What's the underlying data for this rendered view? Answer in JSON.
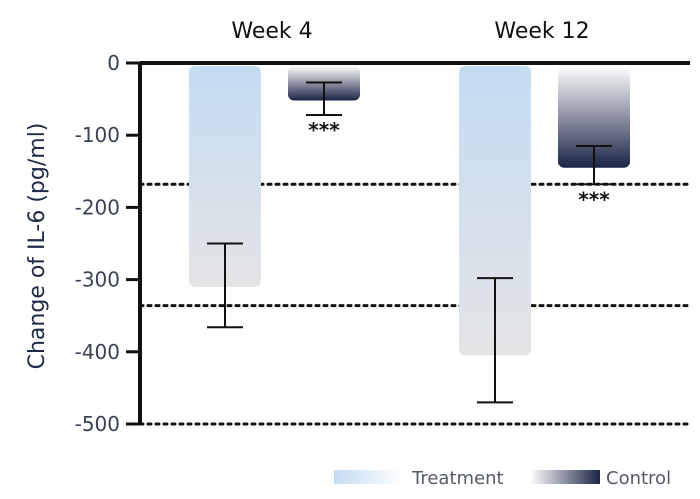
{
  "chart_data": {
    "type": "bar",
    "categories": [
      "Week 4",
      "Week 12"
    ],
    "ylabel": "Change of IL-6 (pg/ml)",
    "ylim": [
      -500,
      0
    ],
    "yticks": [
      0,
      -100,
      -200,
      -300,
      -400,
      -500
    ],
    "ytick_labels": [
      "0",
      "-100",
      "-200",
      "-300",
      "-400",
      "-500"
    ],
    "reference_lines": [
      -168,
      -336,
      -500
    ],
    "series": [
      {
        "name": "Treatment",
        "values": [
          -310,
          -405
        ],
        "error_low": [
          -366,
          -470
        ],
        "error_high": [
          -250,
          -298
        ],
        "colors": {
          "top": "#c4dcf2",
          "bottom": "#e4e4e6"
        },
        "significance": [
          "",
          ""
        ]
      },
      {
        "name": "Control",
        "values": [
          -52,
          -145
        ],
        "error_low": [
          -72,
          -168
        ],
        "error_high": [
          -27,
          -115
        ],
        "colors": {
          "top": "#ffffff",
          "bottom": "#1b2446"
        },
        "significance": [
          "***",
          "***"
        ]
      }
    ],
    "legend_position": "bottom-right"
  }
}
